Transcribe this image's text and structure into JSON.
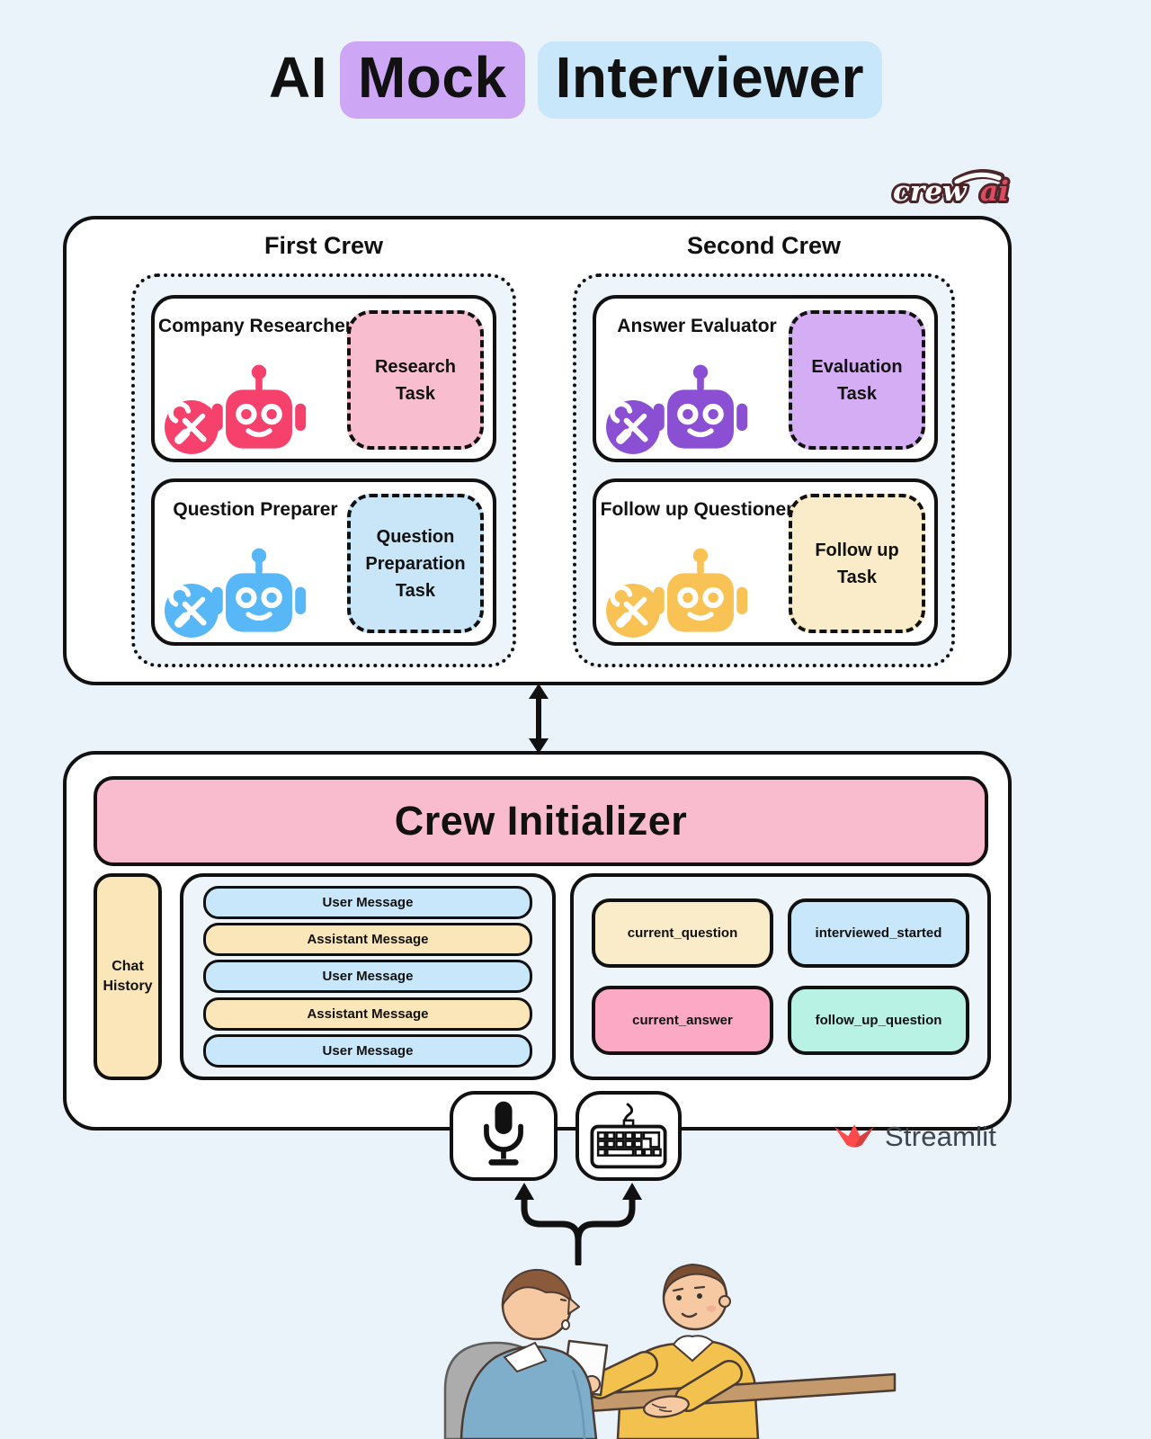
{
  "page": {
    "background": "#EAF3FA"
  },
  "title": {
    "word1": "AI",
    "word2": "Mock",
    "word3": "Interviewer",
    "word2_bg": "#CDA7F5",
    "word3_bg": "#C9E7FA"
  },
  "logos": {
    "crewai": {
      "text_crew": "crew",
      "text_ai": "ai",
      "outline": "#4A262B",
      "ai_color": "#DE4A5E"
    },
    "streamlit": {
      "label": "Streamlit",
      "color": "#FF4B4B"
    }
  },
  "icons": [
    "robot-icon",
    "tools-icon",
    "microphone-icon",
    "keyboard-icon",
    "double-arrow-icon",
    "split-arrow-icon",
    "crewai-logo",
    "streamlit-logo"
  ],
  "crews_panel": {
    "crews": [
      {
        "label": "First Crew",
        "agents": [
          {
            "name": "Company Researcher",
            "task": "Research Task",
            "color": "#F6416C",
            "task_bg": "#F9BDD0"
          },
          {
            "name": "Question Preparer",
            "task": "Question Preparation Task",
            "color": "#57B7F7",
            "task_bg": "#C9E6F9"
          }
        ]
      },
      {
        "label": "Second Crew",
        "agents": [
          {
            "name": "Answer Evaluator",
            "task": "Evaluation Task",
            "color": "#8B4FD3",
            "task_bg": "#D5ADF4"
          },
          {
            "name": "Follow up Questioner",
            "task": "Follow up Task",
            "color": "#F8C254",
            "task_bg": "#FAECC8"
          }
        ]
      }
    ]
  },
  "app_panel": {
    "initializer_label": "Crew Initializer",
    "initializer_bg": "#F9BCCF",
    "chat_history": {
      "label": "Chat History",
      "bg": "#FAE6B8",
      "messages": [
        {
          "text": "User Message",
          "bg": "#C9E7FA"
        },
        {
          "text": "Assistant Message",
          "bg": "#FAE6B8"
        },
        {
          "text": "User Message",
          "bg": "#C9E7FA"
        },
        {
          "text": "Assistant Message",
          "bg": "#FAE6B8"
        },
        {
          "text": "User Message",
          "bg": "#C9E7FA"
        }
      ]
    },
    "state_vars": [
      {
        "text": "current_question",
        "bg": "#FAECC8"
      },
      {
        "text": "interviewed_started",
        "bg": "#C9E7FA"
      },
      {
        "text": "current_answer",
        "bg": "#FBA9C4"
      },
      {
        "text": "follow_up_question",
        "bg": "#B7F2E4"
      }
    ]
  }
}
